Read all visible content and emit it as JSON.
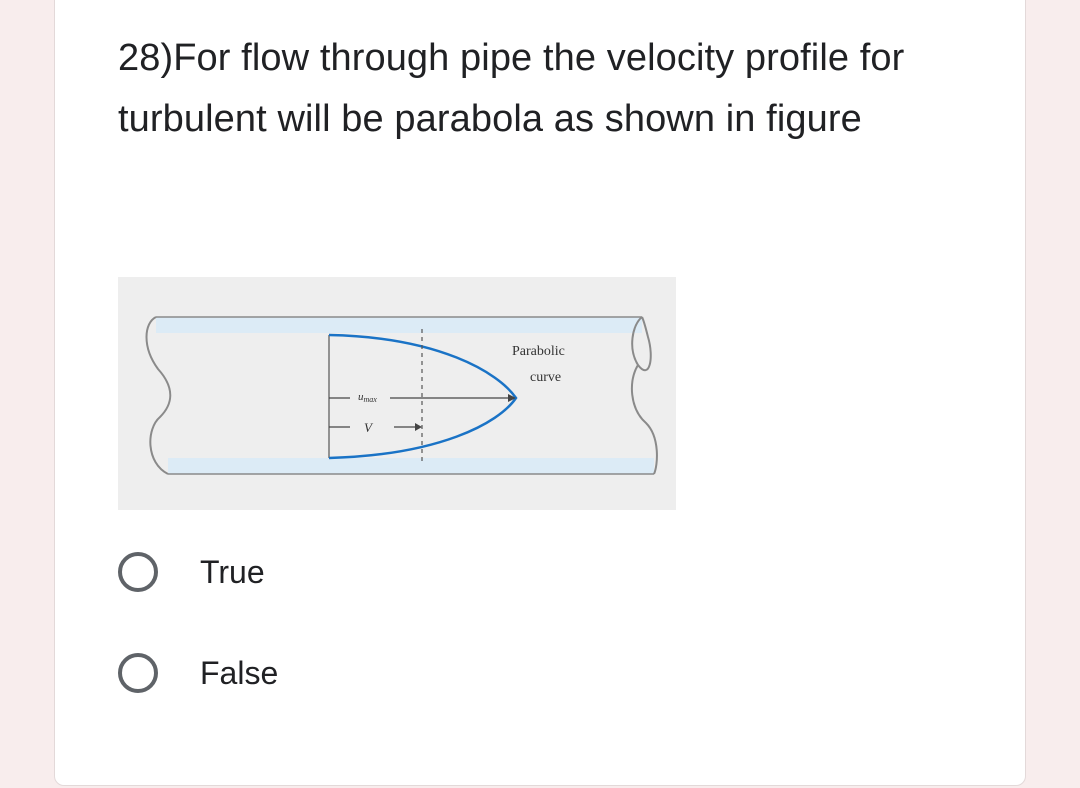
{
  "question": {
    "text": "28)For flow through pipe the velocity profile for turbulent will be parabola as shown in figure"
  },
  "figure": {
    "curve_label_line1": "Parabolic",
    "curve_label_line2": "curve",
    "umax_label": "u",
    "umax_subscript": "max",
    "v_label": "V",
    "colors": {
      "pipe_fill": "#dcebf6",
      "pipe_outline": "#8a8a8a",
      "profile": "#1a73c6",
      "background": "#eeeeee"
    }
  },
  "options": [
    {
      "label": "True",
      "selected": false
    },
    {
      "label": "False",
      "selected": false
    }
  ]
}
